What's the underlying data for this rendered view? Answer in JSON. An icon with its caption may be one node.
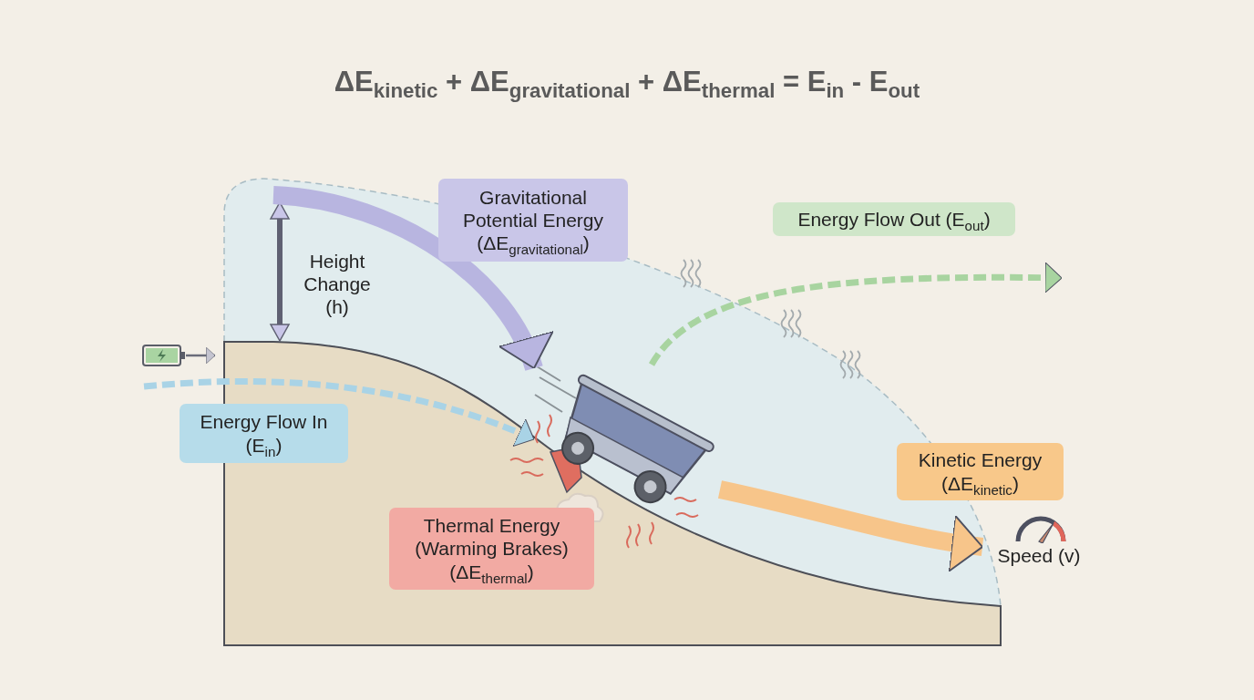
{
  "diagram": {
    "title": "ΔE$_{kinetic}$ + ΔE$_{gravitational}$ + ΔE$_{thermal}$ = E$_{in}$ - E$_{out}$",
    "nodes": [
      {
        "text": [
          "Gravitational Potential Energy (ΔE$_{gravitational}$)"
        ]
      },
      {
        "text": [
          "Energy Flow Out (E$_{out}$)"
        ]
      },
      {
        "text": [
          "Energy Flow In (E$_{in}$)"
        ]
      },
      {
        "text": [
          "Kinetic Energy (ΔE$_{kinetic}$)"
        ]
      },
      {
        "text": [
          "Thermal Energy (Warming Brakes) (ΔE$_{thermal}$)"
        ]
      },
      {
        "text": [
          "Speed (v)"
        ]
      },
      {
        "text": [],
        "shape": "picture"
      },
      {
        "text": [],
        "shape": "picture"
      }
    ],
    "edges": [
      {
        "from": 6,
        "to": null,
        "arrow": "to"
      },
      {
        "from": null,
        "to": 7,
        "arrow": "to",
        "style": "dashed",
        "color": "#a9d3e6"
      },
      {
        "from": null,
        "to": 7,
        "arrow": "to",
        "style": "thick",
        "color": "#b8b5e0"
      },
      {
        "from": 7,
        "to": null,
        "arrow": "to",
        "style": "dashed",
        "color": "#a8d4a0"
      },
      {
        "from": 7,
        "to": 5,
        "arrow": "to",
        "style": "thick",
        "color": "#f7c58a"
      }
    ],
    "labels": [
      "Height Change (h)"
    ]
  }
}
